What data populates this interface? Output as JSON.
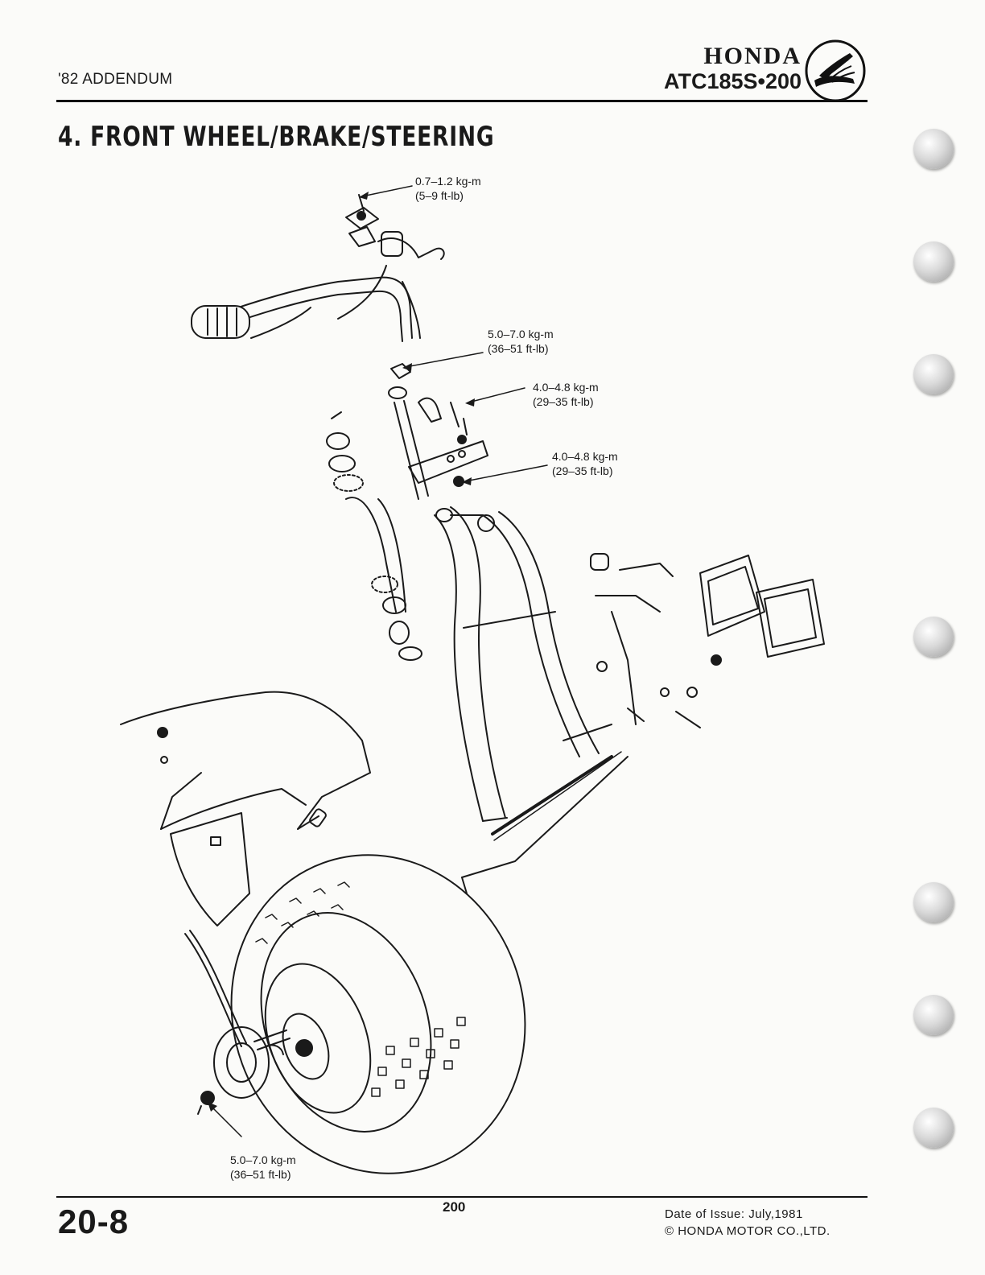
{
  "header": {
    "section_label": "'82 ADDENDUM",
    "brand": "HONDA",
    "model": "ATC185S•200",
    "logo_icon": "honda-wing-logo"
  },
  "section": {
    "title": "4. FRONT WHEEL/BRAKE/STEERING"
  },
  "torque_specs": [
    {
      "metric": "0.7–1.2 kg-m",
      "imperial": "(5–9 ft-lb)"
    },
    {
      "metric": "5.0–7.0 kg-m",
      "imperial": "(36–51 ft-lb)"
    },
    {
      "metric": "4.0–4.8 kg-m",
      "imperial": "(29–35 ft-lb)"
    },
    {
      "metric": "4.0–4.8 kg-m",
      "imperial": "(29–35 ft-lb)"
    },
    {
      "metric": "5.0–7.0 kg-m",
      "imperial": "(36–51 ft-lb)"
    }
  ],
  "footer": {
    "section_page": "20-8",
    "page_number": "200",
    "issue_date": "Date of Issue: July,1981",
    "copyright": "© HONDA MOTOR CO.,LTD."
  },
  "binder_holes": 7
}
